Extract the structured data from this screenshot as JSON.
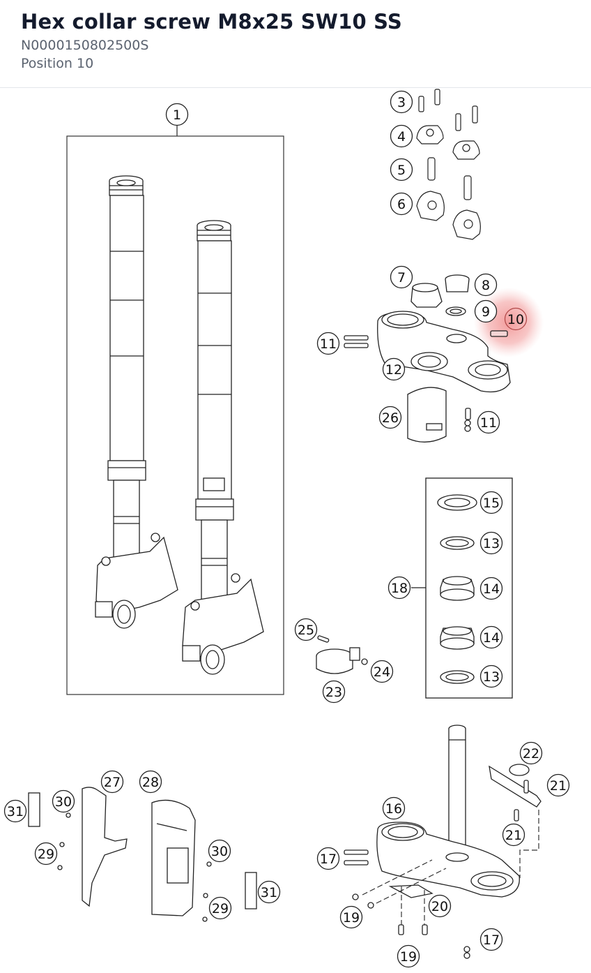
{
  "part": {
    "title": "Hex collar screw M8x25 SW10 SS",
    "part_number": "N0000150802500S",
    "position": "Position 10"
  },
  "highlight": {
    "label": "10",
    "color": "#f3a0a0"
  },
  "callouts": [
    {
      "id": "c1",
      "label": "1"
    },
    {
      "id": "c3",
      "label": "3"
    },
    {
      "id": "c4",
      "label": "4"
    },
    {
      "id": "c5",
      "label": "5"
    },
    {
      "id": "c6",
      "label": "6"
    },
    {
      "id": "c7",
      "label": "7"
    },
    {
      "id": "c8",
      "label": "8"
    },
    {
      "id": "c9",
      "label": "9"
    },
    {
      "id": "c10",
      "label": "10"
    },
    {
      "id": "c11a",
      "label": "11"
    },
    {
      "id": "c12",
      "label": "12"
    },
    {
      "id": "c26",
      "label": "26"
    },
    {
      "id": "c11b",
      "label": "11"
    },
    {
      "id": "c15",
      "label": "15"
    },
    {
      "id": "c13a",
      "label": "13"
    },
    {
      "id": "c18",
      "label": "18"
    },
    {
      "id": "c14a",
      "label": "14"
    },
    {
      "id": "c14b",
      "label": "14"
    },
    {
      "id": "c13b",
      "label": "13"
    },
    {
      "id": "c25",
      "label": "25"
    },
    {
      "id": "c24",
      "label": "24"
    },
    {
      "id": "c23",
      "label": "23"
    },
    {
      "id": "c27",
      "label": "27"
    },
    {
      "id": "c28",
      "label": "28"
    },
    {
      "id": "c30a",
      "label": "30"
    },
    {
      "id": "c31a",
      "label": "31"
    },
    {
      "id": "c29a",
      "label": "29"
    },
    {
      "id": "c30b",
      "label": "30"
    },
    {
      "id": "c29b",
      "label": "29"
    },
    {
      "id": "c31b",
      "label": "31"
    },
    {
      "id": "c22",
      "label": "22"
    },
    {
      "id": "c21a",
      "label": "21"
    },
    {
      "id": "c16",
      "label": "16"
    },
    {
      "id": "c21b",
      "label": "21"
    },
    {
      "id": "c17a",
      "label": "17"
    },
    {
      "id": "c19a",
      "label": "19"
    },
    {
      "id": "c20",
      "label": "20"
    },
    {
      "id": "c17b",
      "label": "17"
    },
    {
      "id": "c19b",
      "label": "19"
    }
  ]
}
